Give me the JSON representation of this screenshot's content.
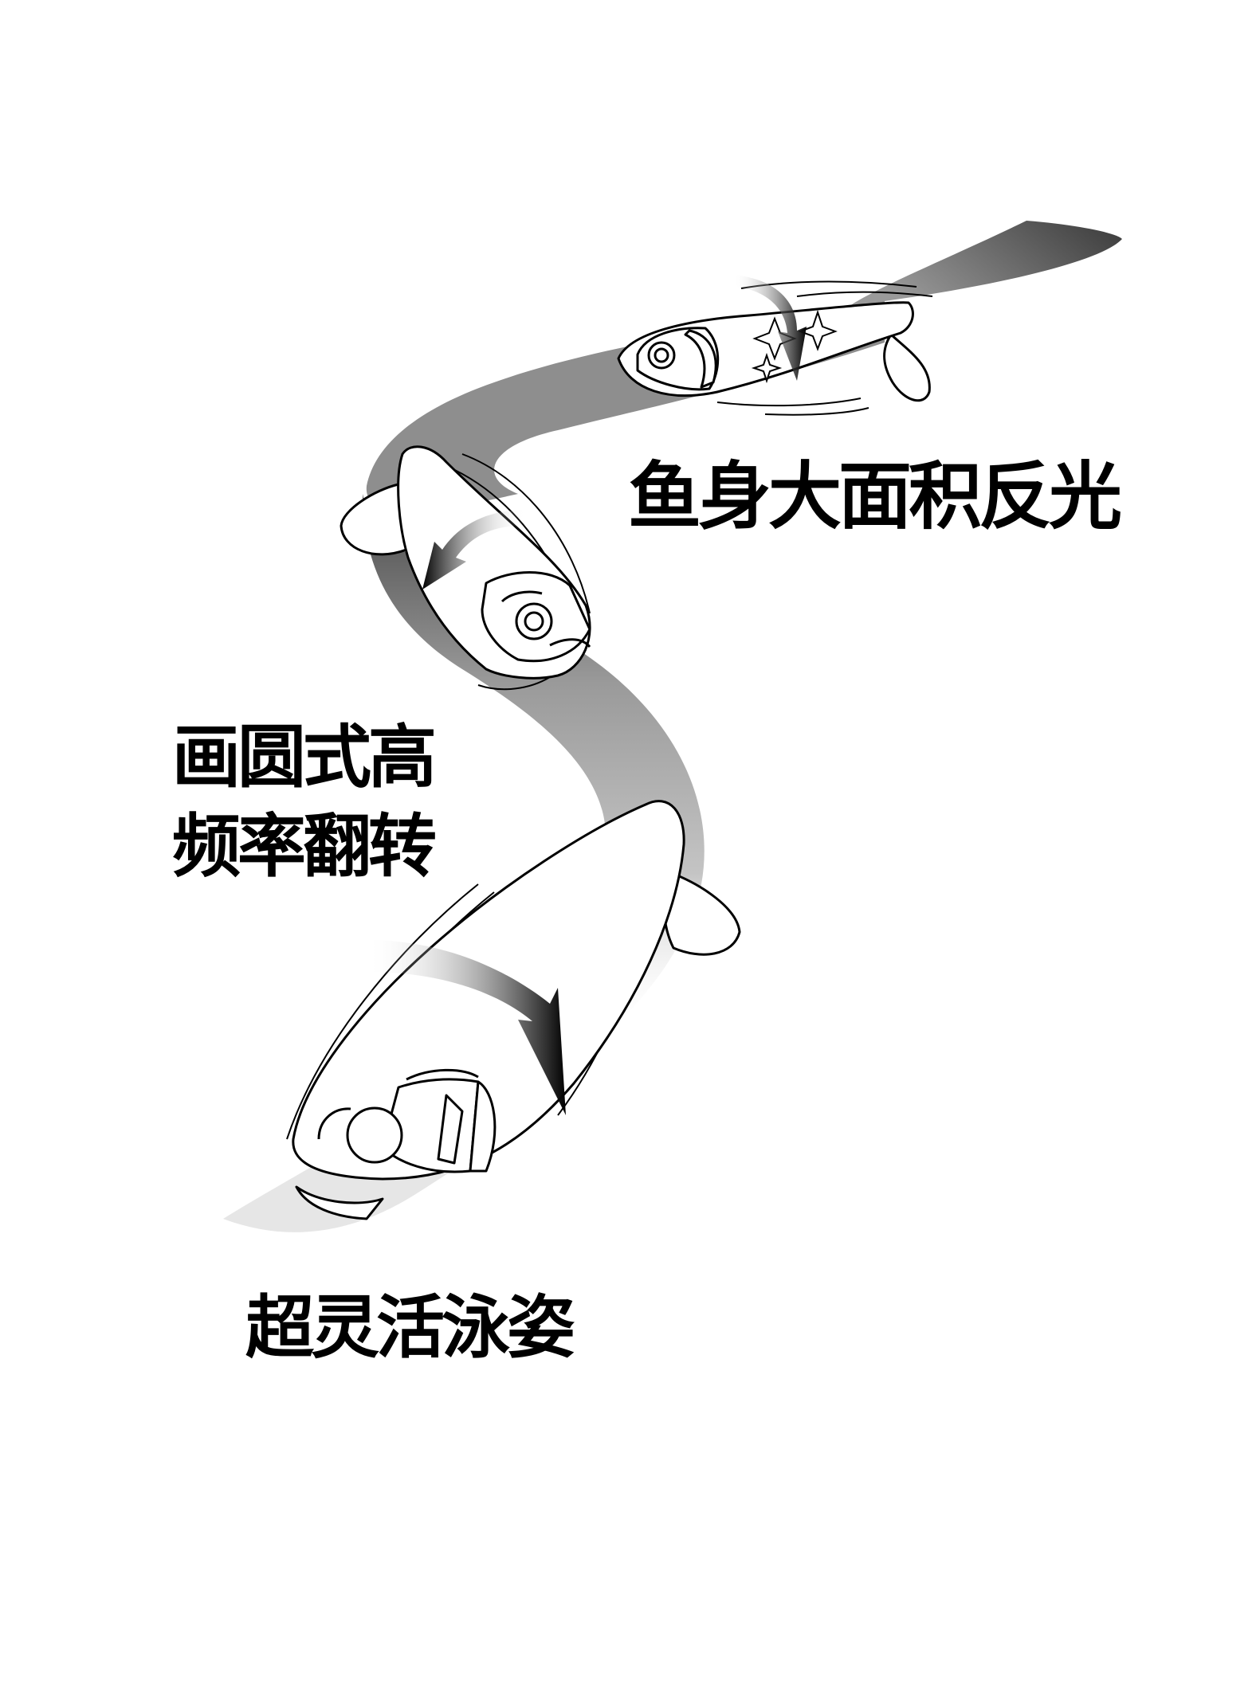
{
  "labels": {
    "reflect": "鱼身大面积反光",
    "rotate_line1": "画圆式高",
    "rotate_line2": "频率翻转",
    "swim": "超灵活泳姿"
  },
  "colors": {
    "ink": "#000000",
    "paper": "#ffffff",
    "trail_dark": "#5a5a5a",
    "trail_light": "#f2f2f2"
  },
  "icons": {
    "lure_top": "lure-side-view-icon",
    "lure_middle": "lure-front-view-icon",
    "lure_bottom": "lure-front-large-icon",
    "sparkle": "sparkle-icon",
    "arrow": "curved-rotation-arrow-icon"
  }
}
